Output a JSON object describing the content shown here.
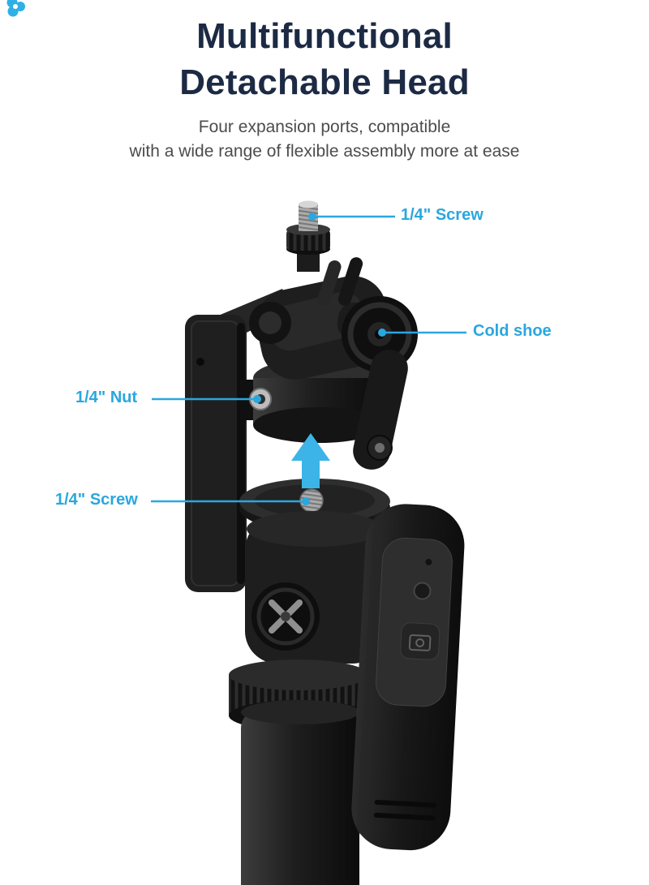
{
  "header": {
    "title_line1": "Multifunctional",
    "title_line2": "Detachable Head",
    "subtitle_line1": "Four expansion ports, compatible",
    "subtitle_line2": "with a wide range of flexible assembly more at ease"
  },
  "callouts": [
    {
      "id": "screw-top",
      "label": "1/4\" Screw",
      "side": "right"
    },
    {
      "id": "cold-shoe",
      "label": "Cold shoe",
      "side": "right"
    },
    {
      "id": "nut",
      "label": "1/4\" Nut",
      "side": "left"
    },
    {
      "id": "screw-bottom",
      "label": "1/4\" Screw",
      "side": "left"
    }
  ],
  "icons": {
    "up_arrow": "up-arrow-icon",
    "brand_logo": "brand-logo-mark"
  },
  "colors": {
    "accent": "#2AA7DE",
    "arrow": "#3CB4E7",
    "title_text": "#1C2A44",
    "subtitle_text": "#4C4C4C",
    "product_black": "#1B1B1B",
    "background": "#FFFFFF"
  }
}
